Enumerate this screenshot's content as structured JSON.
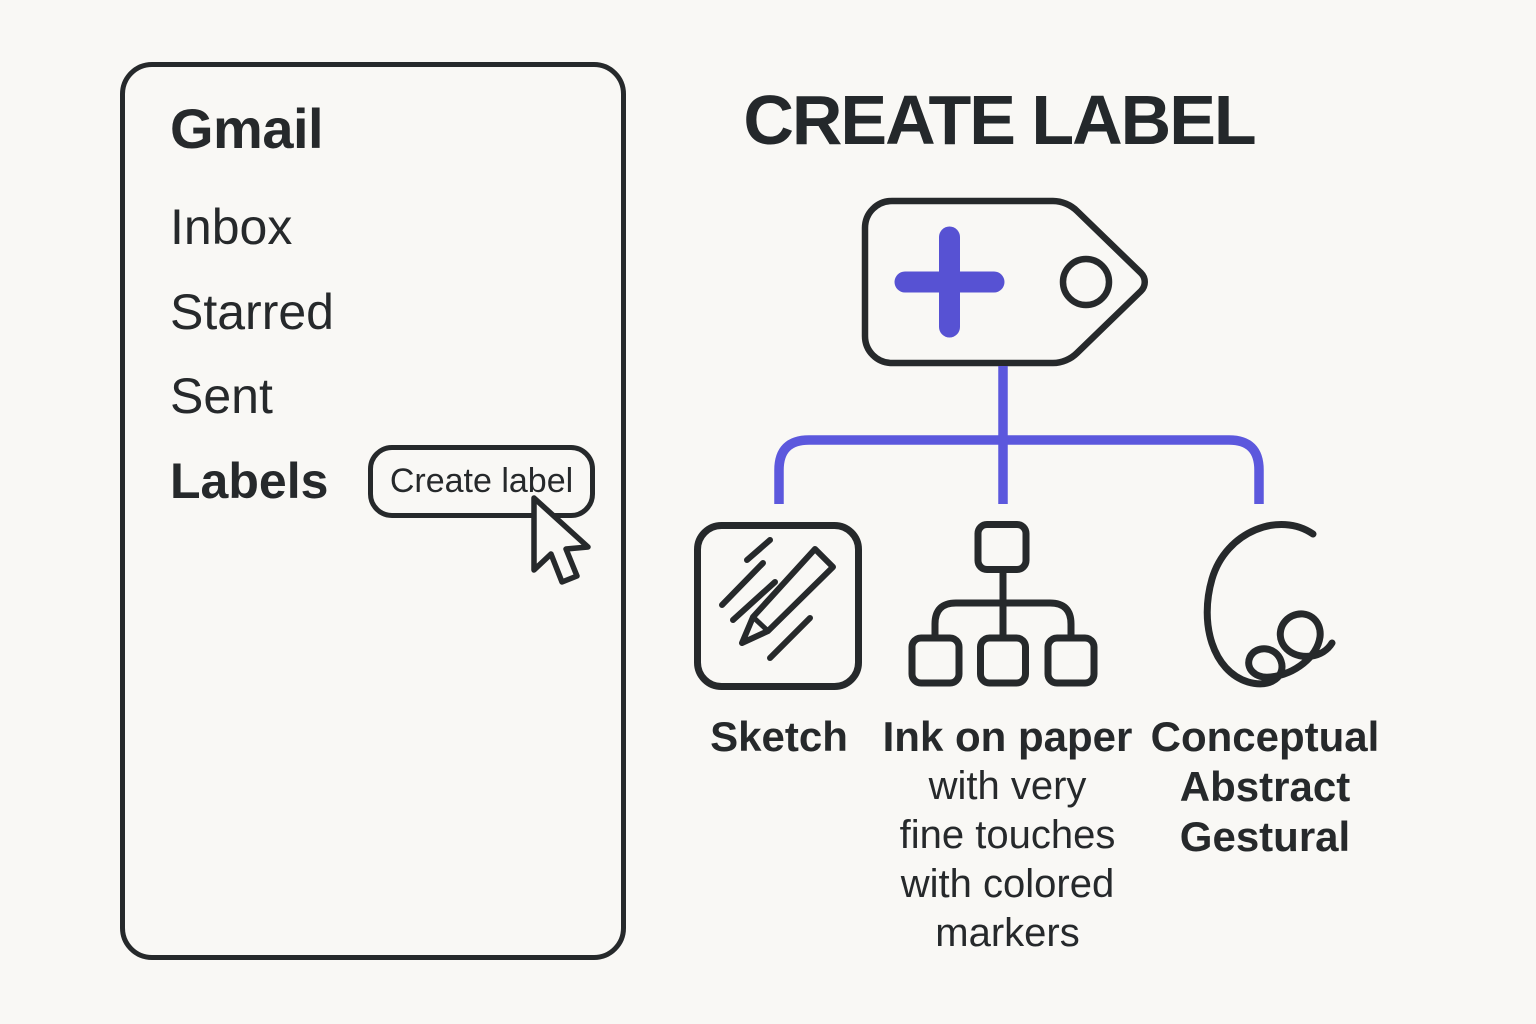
{
  "colors": {
    "background": "#f9f8f5",
    "ink": "#26292b",
    "accent_plus": "#5752d3",
    "connector_line": "#5c58dd"
  },
  "sidebar": {
    "app_title": "Gmail",
    "items": [
      "Inbox",
      "Starred",
      "Sent",
      "Labels"
    ],
    "create_label_button": "Create label"
  },
  "diagram": {
    "title": "CREATE LABEL",
    "root_icon": "new-label-tag-icon",
    "branches": [
      {
        "name": "sketch",
        "icon": "pencil-sketch-icon",
        "label": "Sketch",
        "lines": []
      },
      {
        "name": "ink-on-paper",
        "icon": "sitemap-icon",
        "label": "Ink on paper",
        "lines": [
          "with very",
          "fine touches",
          "with colored",
          "markers"
        ]
      },
      {
        "name": "conceptual-abstract-gestural",
        "icon": "scribble-icon",
        "label": "Conceptual",
        "lines": [
          "Abstract",
          "Gestural"
        ]
      }
    ]
  }
}
